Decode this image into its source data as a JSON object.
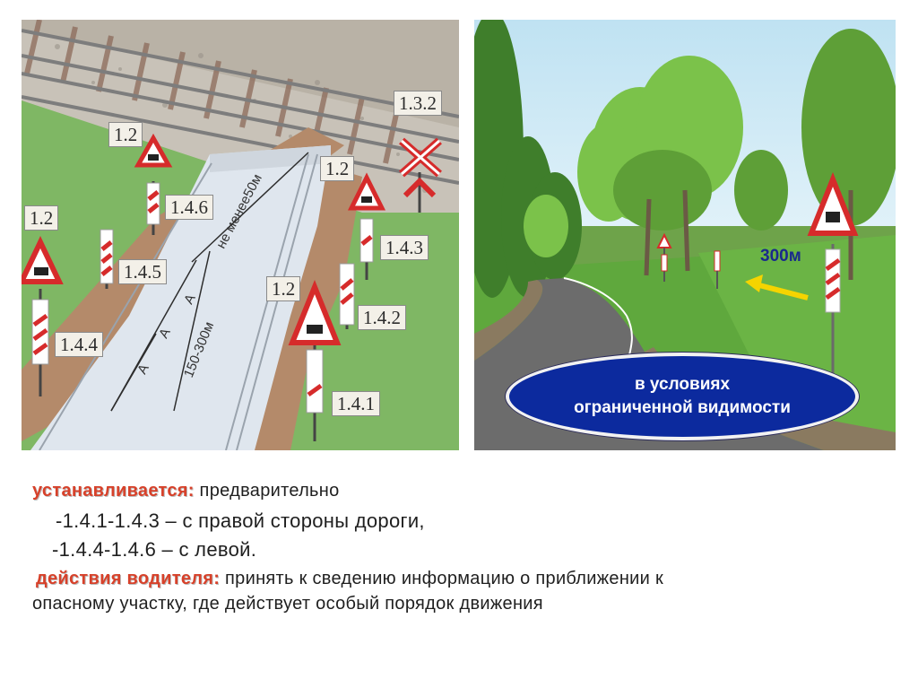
{
  "left_diagram": {
    "labels": {
      "sign_1_3_2": "1.3.2",
      "sign_1_2_a": "1.2",
      "sign_1_2_b": "1.2",
      "sign_1_2_c": "1.2",
      "sign_1_2_d": "1.2",
      "sign_1_4_6": "1.4.6",
      "sign_1_4_5": "1.4.5",
      "sign_1_4_4": "1.4.4",
      "sign_1_4_3": "1.4.3",
      "sign_1_4_2": "1.4.2",
      "sign_1_4_1": "1.4.1"
    },
    "dimensions": {
      "min_distance": "не менее50м",
      "range": "150-300м",
      "a1": "А",
      "a2": "А",
      "a3": "А"
    }
  },
  "right_photo": {
    "distance_label": "300м",
    "callout_line1": "в условиях",
    "callout_line2": "ограниченной видимости"
  },
  "description": {
    "installed_label": "устанавливается:",
    "installed_text": " предварительно",
    "line_right": "-1.4.1-1.4.3 – с правой стороны дороги,",
    "line_left": "-1.4.4-1.4.6 – с левой.",
    "driver_label": "действия водителя",
    "driver_colon": ":",
    "driver_text_1": " принять к сведению информацию о приближении к",
    "driver_text_2": "опасному участку, где действует особый порядок движения"
  },
  "colors": {
    "keyword_red": "#d7412a",
    "callout_blue": "#0c2a9e",
    "arrow_yellow": "#f5d400",
    "sign_red": "#d62b2b"
  }
}
